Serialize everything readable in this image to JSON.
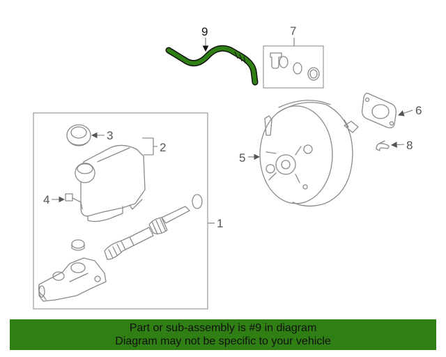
{
  "callouts": {
    "c1": "1",
    "c2": "2",
    "c3": "3",
    "c4": "4",
    "c5": "5",
    "c6": "6",
    "c7": "7",
    "c8": "8",
    "c9": "9"
  },
  "highlighted_part": "9",
  "highlight_color": "#2f7f14",
  "footer": {
    "line1": "Part or sub-assembly is #9 in diagram",
    "line2": "Diagram may not be specific to your vehicle"
  }
}
